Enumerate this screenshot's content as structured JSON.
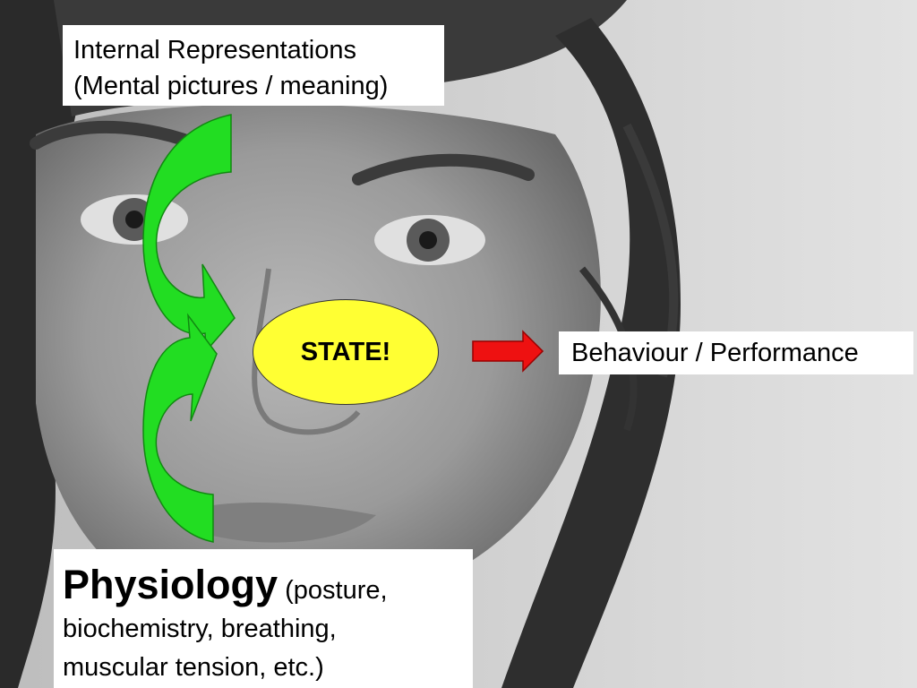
{
  "internal": {
    "line1": "Internal Representations",
    "line2": "(Mental pictures / meaning)"
  },
  "state": {
    "label": "STATE!"
  },
  "behaviour": {
    "label": "Behaviour / Performance"
  },
  "physiology": {
    "title": "Physiology",
    "detail_line1": "(posture,",
    "detail_line2": "biochemistry, breathing,",
    "detail_line3": "muscular tension, etc.)"
  },
  "colors": {
    "arrow_green": "#22dd22",
    "arrow_red": "#ee1111",
    "state_fill": "#ffff33",
    "background_gray": "#cfcfcf"
  }
}
